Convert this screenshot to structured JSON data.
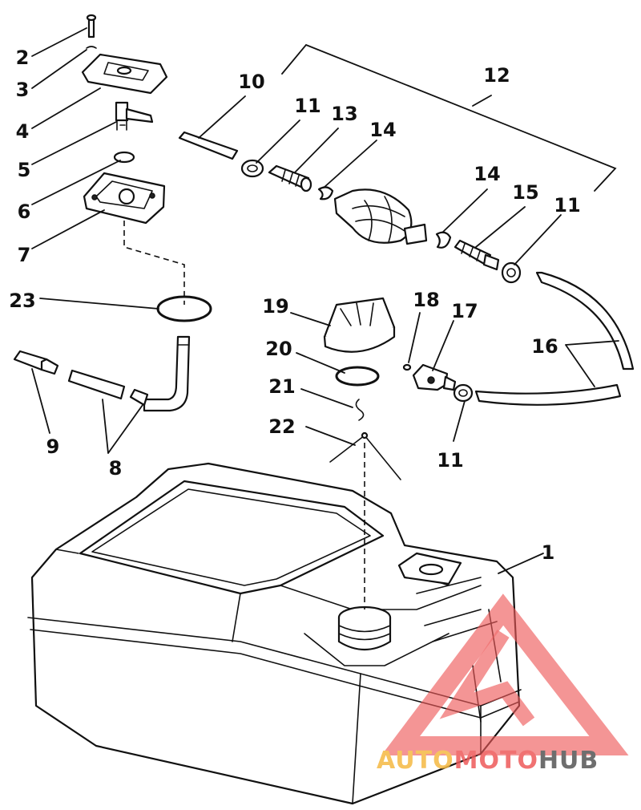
{
  "callouts": {
    "c1": "1",
    "c2": "2",
    "c3": "3",
    "c4": "4",
    "c5": "5",
    "c6": "6",
    "c7": "7",
    "c8": "8",
    "c9": "9",
    "c10": "10",
    "c11a": "11",
    "c11b": "11",
    "c11c": "11",
    "c12": "12",
    "c13": "13",
    "c14a": "14",
    "c14b": "14",
    "c15": "15",
    "c16": "16",
    "c17": "17",
    "c18": "18",
    "c19": "19",
    "c20": "20",
    "c21": "21",
    "c22": "22",
    "c23": "23"
  },
  "watermark": {
    "part1": "AUTO",
    "part2": "MOTO",
    "part3": "HUB",
    "colors": {
      "auto": "#f5b942",
      "moto": "#ee5a5a",
      "hub": "#555555",
      "logo": "#ee5a5a"
    }
  }
}
